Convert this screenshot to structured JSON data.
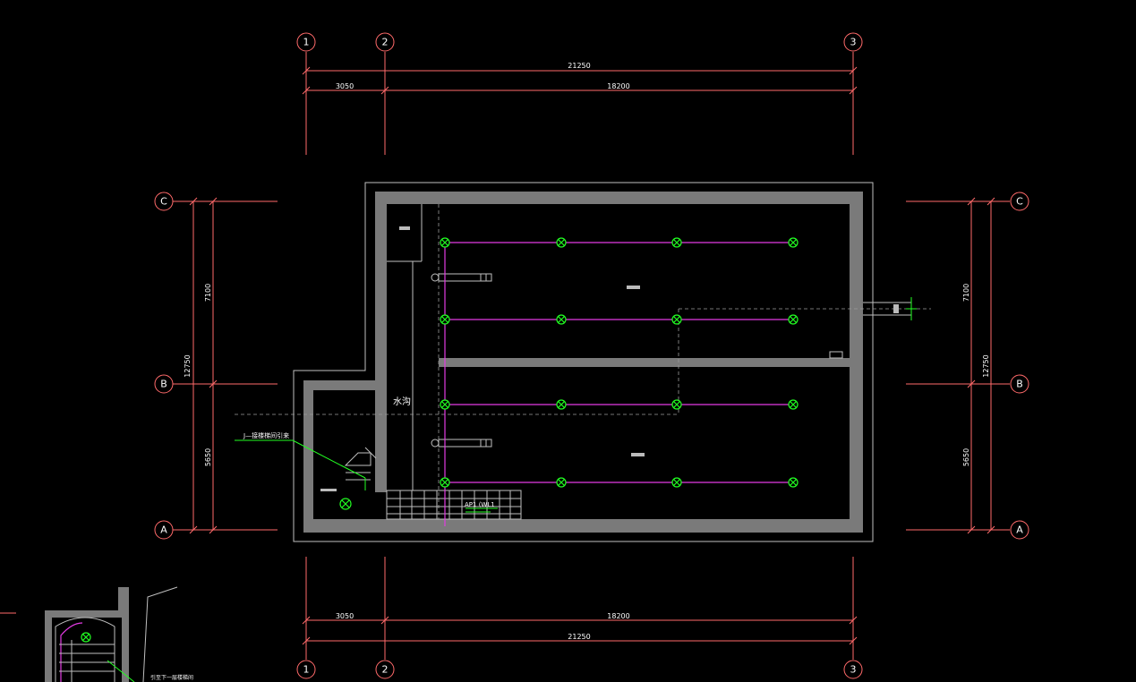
{
  "axes": {
    "columns": [
      {
        "id": "col-1",
        "label": "1"
      },
      {
        "id": "col-2",
        "label": "2"
      },
      {
        "id": "col-3",
        "label": "3"
      }
    ],
    "rows": [
      {
        "id": "row-c",
        "label": "C"
      },
      {
        "id": "row-b",
        "label": "B"
      },
      {
        "id": "row-a",
        "label": "A"
      }
    ]
  },
  "dimensions": {
    "top_total": "21250",
    "top_seg1": "3050",
    "top_seg2": "18200",
    "bottom_seg1": "3050",
    "bottom_seg2": "18200",
    "bottom_total": "21250",
    "left_upper": "7100",
    "left_lower": "5650",
    "left_total": "12750",
    "right_upper": "7100",
    "right_lower": "5650",
    "right_total": "12750"
  },
  "labels": {
    "water_trench": "水沟",
    "leader_text": "J—接楼梯间引来",
    "panel_label": "AP1 (WL1",
    "inset_label": "引至下一层楼梯间"
  },
  "colors": {
    "axis": "#ff6a6a",
    "wall": "#7a7a7a",
    "wire": "#e23be2",
    "fixture": "#22ff22",
    "background": "#000000"
  }
}
